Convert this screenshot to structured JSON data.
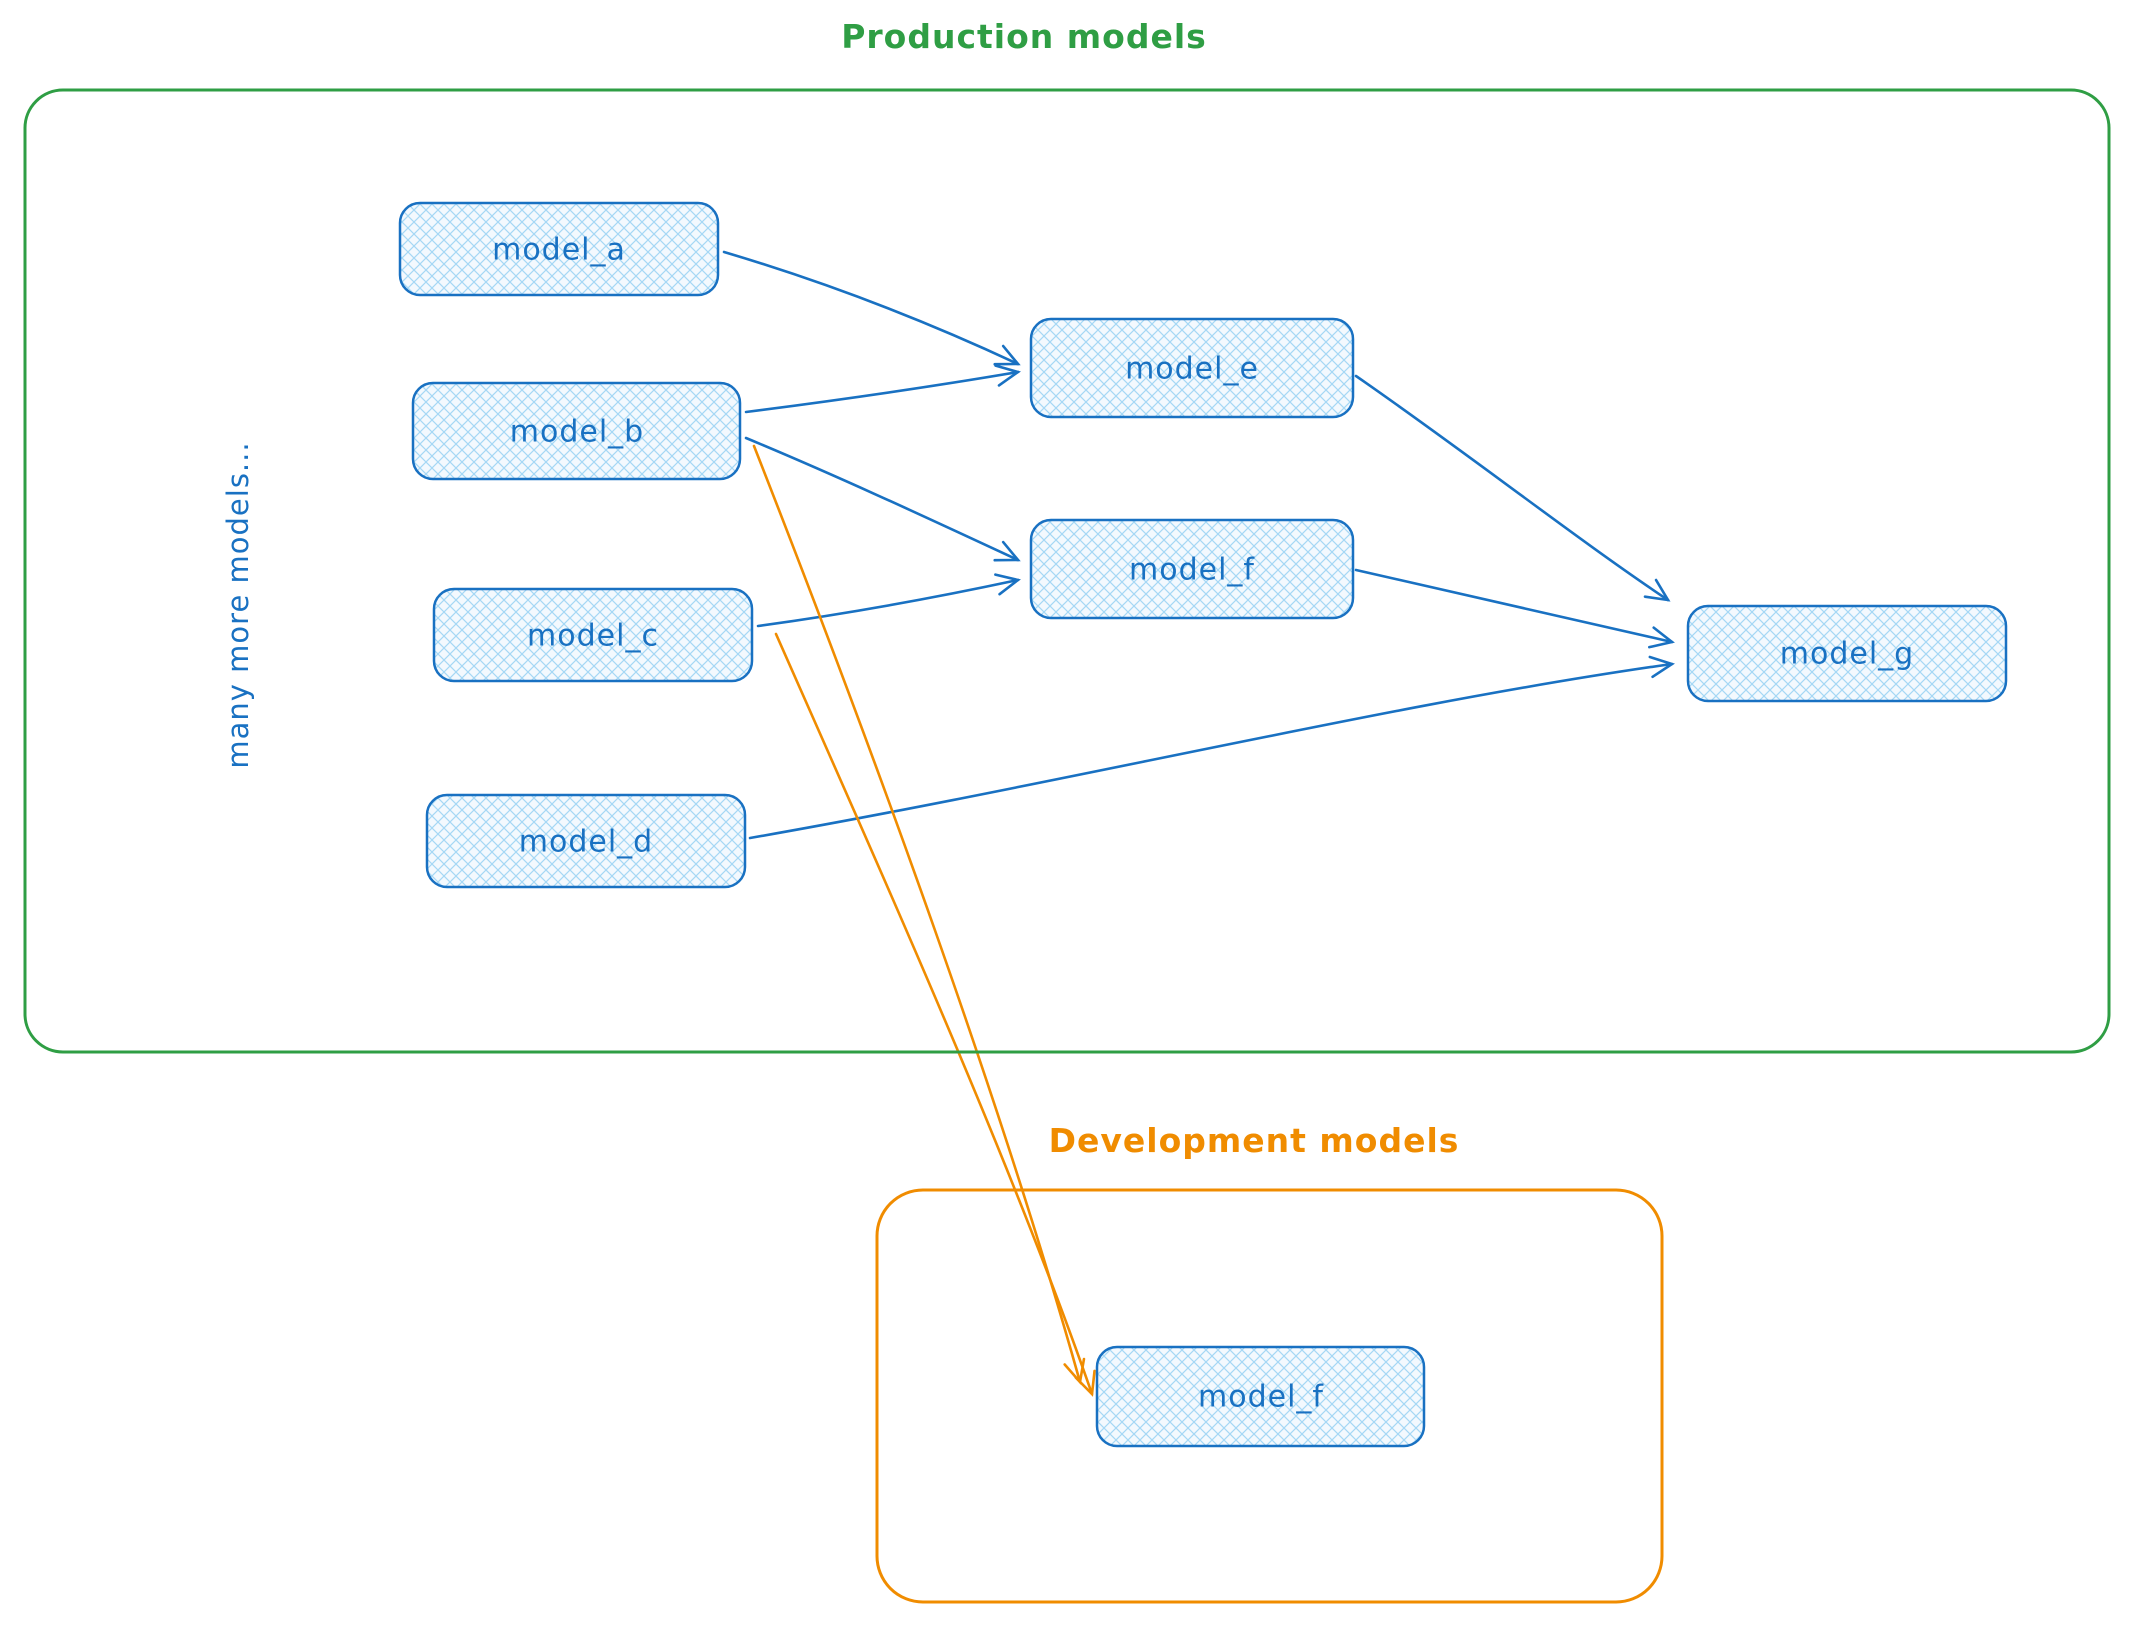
{
  "titles": {
    "production": "Production models",
    "development": "Development models"
  },
  "labels": {
    "many_more": "many more models..."
  },
  "nodes": {
    "model_a": "model_a",
    "model_b": "model_b",
    "model_c": "model_c",
    "model_d": "model_d",
    "model_e": "model_e",
    "model_f": "model_f",
    "model_g": "model_g",
    "dev_model_f": "model_f"
  },
  "edges": {
    "production_blue": [
      {
        "from": "model_a",
        "to": "model_e"
      },
      {
        "from": "model_b",
        "to": "model_e"
      },
      {
        "from": "model_b",
        "to": "model_f"
      },
      {
        "from": "model_c",
        "to": "model_f"
      },
      {
        "from": "model_d",
        "to": "model_g"
      },
      {
        "from": "model_e",
        "to": "model_g"
      },
      {
        "from": "model_f",
        "to": "model_g"
      }
    ],
    "cross_group_orange": [
      {
        "from": "model_b",
        "to": "dev_model_f"
      },
      {
        "from": "model_c",
        "to": "dev_model_f"
      }
    ]
  },
  "colors": {
    "production_group": "#2f9e44",
    "development_group": "#f08c00",
    "node_stroke": "#1971c2",
    "node_text": "#1971c2",
    "node_fill": "#f3f9fe",
    "node_hatch": "#a5d8f5",
    "edge_blue": "#1971c2",
    "edge_orange": "#f08c00",
    "background": "#ffffff"
  }
}
